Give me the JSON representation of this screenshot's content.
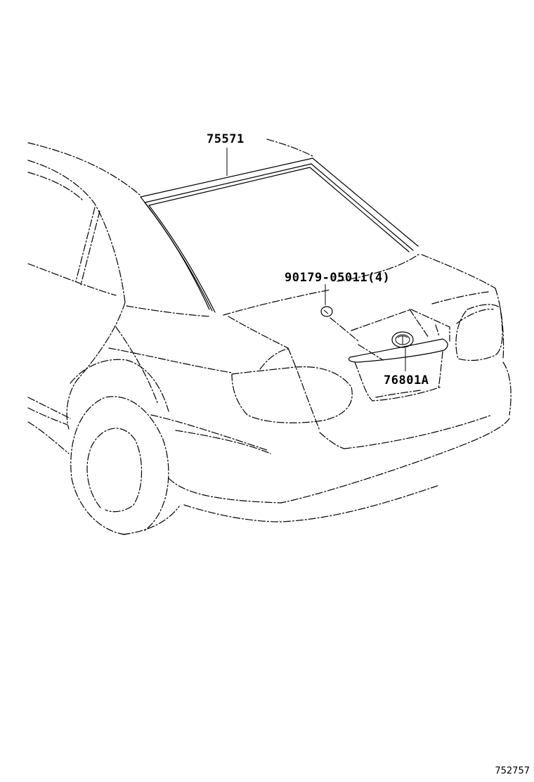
{
  "diagram": {
    "callouts": {
      "weatherstrip": "75571",
      "fastener": "90179-05011(4)",
      "emblem": "76801A"
    },
    "figure_id": "752757"
  },
  "colors": {
    "line": "#000000",
    "background": "#ffffff"
  }
}
